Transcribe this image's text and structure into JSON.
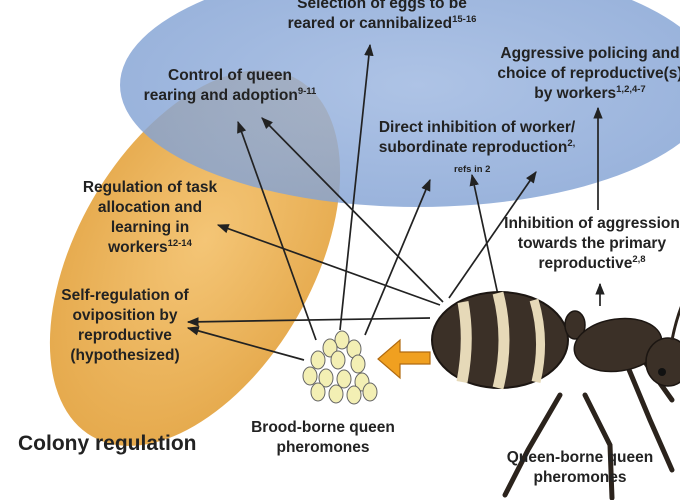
{
  "colors": {
    "colony_regulation_zone": "#e8a844",
    "reproductive_regulation_zone": "#8aa8d6",
    "arrow": "#222222",
    "transfer_arrow": "#f0a020",
    "ant_body": "#3b3027",
    "ant_stripe": "#e6d9b8",
    "egg": "#f3efb4"
  },
  "icons": {
    "ant": "queen-ant-illustration",
    "eggs": "brood-egg-cluster",
    "transfer": "orange-transfer-arrow"
  },
  "labels": {
    "egg_selection": {
      "text": "Selection of eggs to be\nreared or cannibalized",
      "ref": "15-16"
    },
    "queen_rearing": {
      "text": "Control of queen\nrearing and adoption",
      "ref": "9-11"
    },
    "aggressive_policing": {
      "text": "Aggressive policing and\nchoice of reproductive(s)\nby workers",
      "ref": "1,2,4-7"
    },
    "direct_inhibition": {
      "text": "Direct inhibition of worker/\nsubordinate reproduction",
      "ref": "2,",
      "ref_note": "refs in 2"
    },
    "task_allocation": {
      "text": "Regulation of task\nallocation and\nlearning in\nworkers",
      "ref": "12-14"
    },
    "inhibition_aggression": {
      "text": "Inhibition of aggression\ntowards the primary\nreproductive",
      "ref": "2,8"
    },
    "self_regulation": {
      "text": "Self-regulation of\noviposition by\nreproductive\n(hypothesized)"
    },
    "brood_pheromones": {
      "text": "Brood-borne queen\npheromones"
    },
    "queen_pheromones": {
      "text": "Queen-borne queen\npheromones"
    },
    "colony_regulation": {
      "text": "Colony regulation"
    }
  }
}
